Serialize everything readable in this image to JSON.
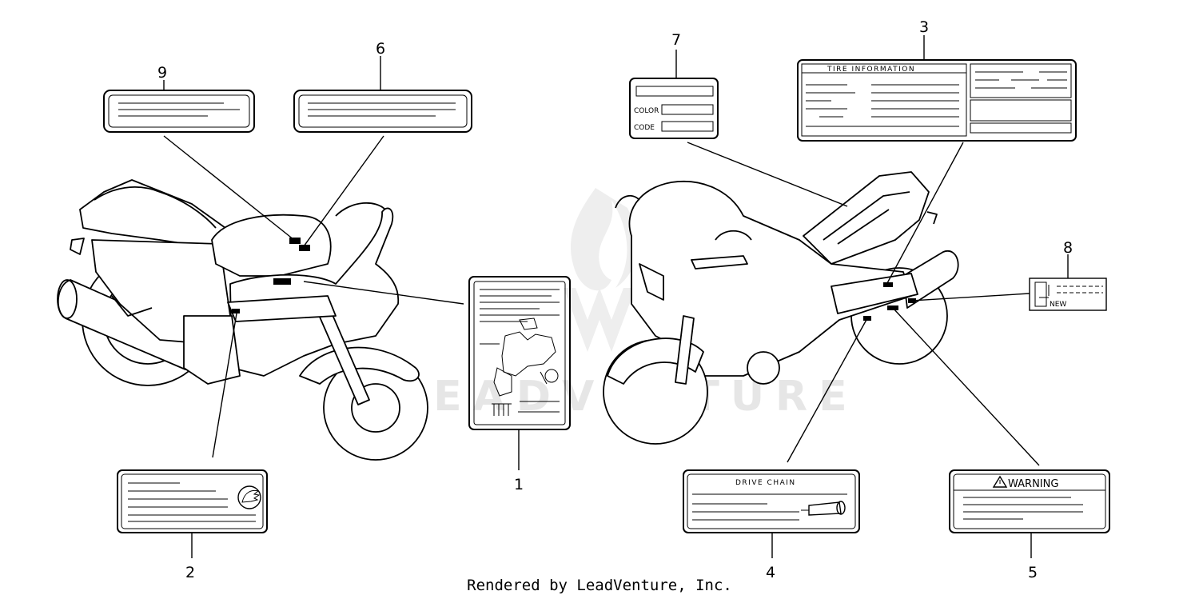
{
  "callouts": [
    "1",
    "2",
    "3",
    "4",
    "5",
    "6",
    "7",
    "8",
    "9"
  ],
  "labels": {
    "color_code": {
      "color": "COLOR",
      "code": "CODE"
    },
    "tire_info": {
      "header": "TIRE INFORMATION"
    },
    "new_label": {
      "text": "NEW"
    },
    "drive_chain": {
      "title": "DRIVE CHAIN"
    },
    "warning": {
      "title": "WARNING"
    }
  },
  "watermark": "LEADVENTURE",
  "footer": "Rendered by LeadVenture, Inc."
}
